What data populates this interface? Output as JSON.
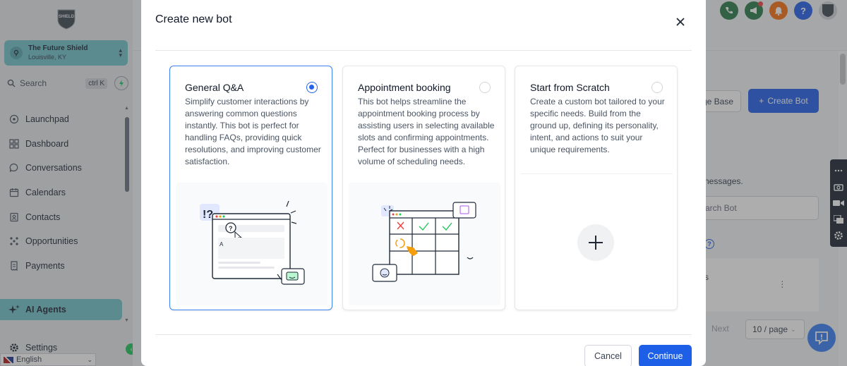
{
  "sidebar": {
    "logo_text": "SHIELD",
    "location": {
      "name": "The Future Shield",
      "city": "Louisville, KY"
    },
    "search": {
      "label": "Search",
      "shortcut": "ctrl K"
    },
    "nav": [
      {
        "label": "Launchpad",
        "icon": "rocket-icon"
      },
      {
        "label": "Dashboard",
        "icon": "grid-icon"
      },
      {
        "label": "Conversations",
        "icon": "chat-bubble-icon"
      },
      {
        "label": "Calendars",
        "icon": "calendar-icon"
      },
      {
        "label": "Contacts",
        "icon": "contacts-icon"
      },
      {
        "label": "Opportunities",
        "icon": "opportunities-icon"
      },
      {
        "label": "Payments",
        "icon": "receipt-icon"
      }
    ],
    "active_item": {
      "label": "AI Agents",
      "icon": "sparkle-icon"
    },
    "settings_label": "Settings",
    "language": "English"
  },
  "header": {
    "icons": [
      {
        "name": "phone-icon",
        "color": "#2e7d4f"
      },
      {
        "name": "megaphone-icon",
        "color": "#2e7d4f"
      },
      {
        "name": "bell-icon",
        "color": "#f97316"
      },
      {
        "name": "help-icon",
        "color": "#2563eb",
        "glyph": "?"
      }
    ]
  },
  "background_page": {
    "knowledge_base_button": "ge Base",
    "create_bot_button": "Create Bot",
    "messages_text": "nessages.",
    "search_placeholder": "arch Bot",
    "row_text": "s",
    "next_label": "Next",
    "per_page": "10 / page"
  },
  "modal": {
    "title": "Create new bot",
    "options": [
      {
        "title": "General Q&A",
        "description": "Simplify customer interactions by answering common questions instantly. This bot is perfect for handling FAQs, providing quick resolutions, and improving customer satisfaction.",
        "selected": true,
        "illustration": "qa-illustration"
      },
      {
        "title": "Appointment booking",
        "description": "This bot helps streamline the appointment booking process by assisting users in selecting available slots and confirming appointments. Perfect for businesses with a high volume of scheduling needs.",
        "selected": false,
        "illustration": "calendar-illustration"
      },
      {
        "title": "Start from Scratch",
        "description": "Create a custom bot tailored to your specific needs. Build from the ground up, defining its personality, intent, and actions to suit your unique requirements.",
        "selected": false,
        "illustration": "plus-icon"
      }
    ],
    "cancel_label": "Cancel",
    "continue_label": "Continue"
  },
  "colors": {
    "accent": "#1d5fe6",
    "sidebar_active": "#74c4cc",
    "overlay": "rgba(60,60,60,0.42)"
  }
}
